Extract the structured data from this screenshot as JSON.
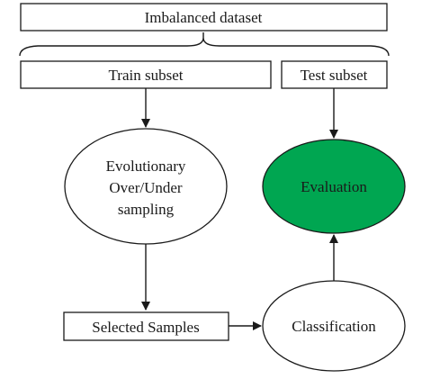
{
  "nodes": {
    "imbalanced_dataset": {
      "label": "Imbalanced dataset"
    },
    "train_subset": {
      "label": "Train subset"
    },
    "test_subset": {
      "label": "Test subset"
    },
    "evolutionary_sampling": {
      "lines": [
        "Evolutionary",
        "Over/Under",
        "sampling"
      ]
    },
    "evaluation": {
      "label": "Evaluation"
    },
    "selected_samples": {
      "label": "Selected Samples"
    },
    "classification": {
      "label": "Classification"
    }
  },
  "colors": {
    "evaluation_fill": "#00a651",
    "stroke": "#1a1a1a"
  }
}
